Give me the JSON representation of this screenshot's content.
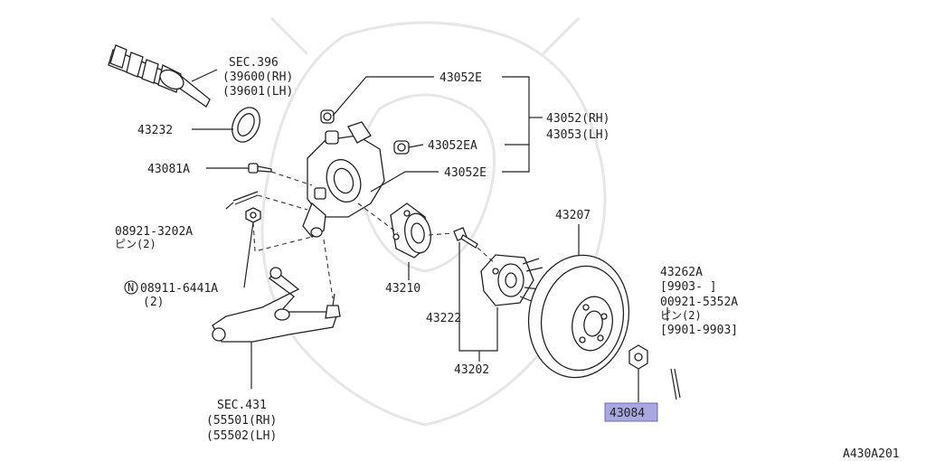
{
  "diagram": {
    "code": "A430A201",
    "highlight_color": "#a8a8e0",
    "labels": {
      "sec396_a": "SEC.396",
      "sec396_b": "(39600(RH)",
      "sec396_c": "(39601(LH)",
      "p43232": "43232",
      "p43081a": "43081A",
      "p08921_a": "08921-3202A",
      "p08921_b": "ピン(2)",
      "p08911_n": "N",
      "p08911_a": "08911-6441A",
      "p08911_b": "(2)",
      "p43052e_top": "43052E",
      "p43052_rh": "43052(RH)",
      "p43053_lh": "43053(LH)",
      "p43052ea": "43052EA",
      "p43052e_bot": "43052E",
      "p43210": "43210",
      "p43222": "43222",
      "p43202": "43202",
      "p43207": "43207",
      "p43262a_a": "43262A",
      "p43262a_b": "[9903-     ]",
      "p43262a_c": "00921-5352A",
      "p43262a_d": "ピン(2)",
      "p43262a_e": "[9901-9903]",
      "p43084": "43084",
      "sec431_a": "SEC.431",
      "sec431_b": "(55501(RH)",
      "sec431_c": "(55502(LH)"
    }
  }
}
